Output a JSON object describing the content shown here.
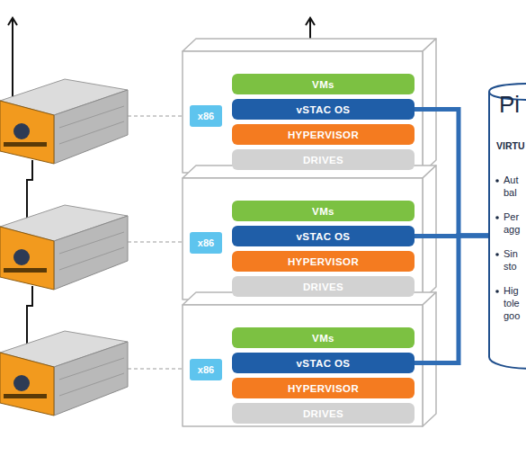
{
  "diagram": {
    "nodes": [
      {
        "text": [
          "x86"
        ]
      },
      {
        "text": [
          "VMs"
        ]
      },
      {
        "text": [
          "vSTAC OS"
        ]
      },
      {
        "text": [
          "HYPERVISOR"
        ]
      },
      {
        "text": [
          "DRIVES"
        ]
      },
      {
        "text": [
          "x86"
        ]
      },
      {
        "text": [
          "VMs"
        ]
      },
      {
        "text": [
          "vSTAC OS"
        ]
      },
      {
        "text": [
          "HYPERVISOR"
        ]
      },
      {
        "text": [
          "DRIVES"
        ]
      },
      {
        "text": [
          "x86"
        ]
      },
      {
        "text": [
          "VMs"
        ]
      },
      {
        "text": [
          "vSTAC OS"
        ]
      },
      {
        "text": [
          "HYPERVISOR"
        ]
      },
      {
        "text": [
          "DRIVES"
        ]
      },
      {
        "text": [
          "Pi",
          "VIRTU",
          "Aut bal",
          "Per agg",
          "Sin sto",
          "Hig tole goo"
        ]
      }
    ],
    "edges": [
      {
        "from": 2,
        "to": 15,
        "arrow": "none"
      },
      {
        "from": 7,
        "to": 15,
        "arrow": "none"
      },
      {
        "from": 12,
        "to": 15,
        "arrow": "none"
      }
    ]
  }
}
